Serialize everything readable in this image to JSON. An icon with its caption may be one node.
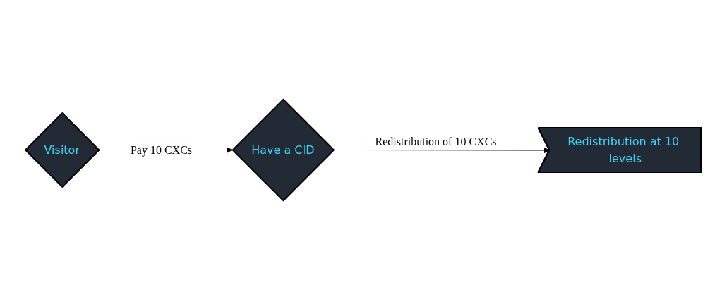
{
  "diagram": {
    "nodes": [
      {
        "text": [
          "Visitor"
        ]
      },
      {
        "text": [
          "Have a CID"
        ]
      },
      {
        "text": [
          "Redistribution at 10 levels"
        ]
      }
    ],
    "edges": [
      {
        "from": 0,
        "to": 1,
        "arrow": "to",
        "label": "Pay 10 CXCs"
      },
      {
        "from": 1,
        "to": 2,
        "arrow": "to",
        "label": "Redistribution of 10 CXCs"
      }
    ]
  }
}
